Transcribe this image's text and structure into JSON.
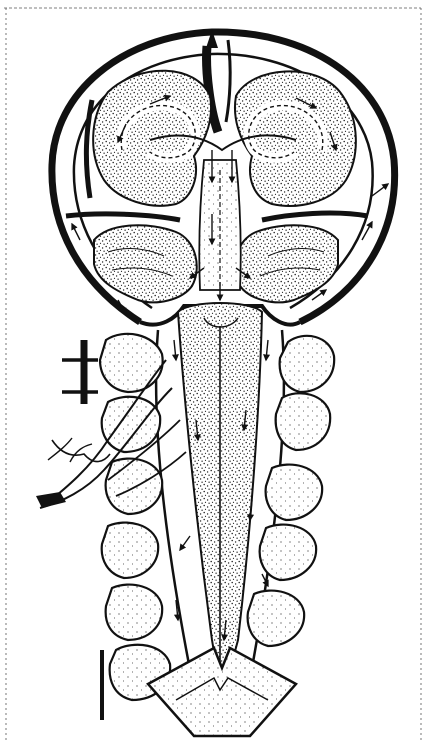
{
  "figure": {
    "subject": "csf-circulation-brain-and-spinal-cord",
    "style": "black-and-white stippled line drawing",
    "ink_color": "#111111",
    "paper_color": "#ffffff",
    "stipple_color": "#2a2a2a",
    "printed_text": []
  },
  "structures": [
    {
      "id": "skull-and-meninges",
      "name": "skull-and-meninges"
    },
    {
      "id": "cerebral-hemispheres",
      "name": "cerebral-hemispheres"
    },
    {
      "id": "cerebellum",
      "name": "cerebellum"
    },
    {
      "id": "brainstem",
      "name": "brainstem"
    },
    {
      "id": "spinal-cord",
      "name": "spinal-cord"
    },
    {
      "id": "vertebrae-left",
      "name": "vertebrae-left"
    },
    {
      "id": "vertebrae-right",
      "name": "vertebrae-right"
    },
    {
      "id": "sacrum",
      "name": "sacrum"
    },
    {
      "id": "spinal-nerve-plexus",
      "name": "spinal-nerve-plexus"
    },
    {
      "id": "flow-arrows",
      "name": "flow-arrows"
    }
  ]
}
